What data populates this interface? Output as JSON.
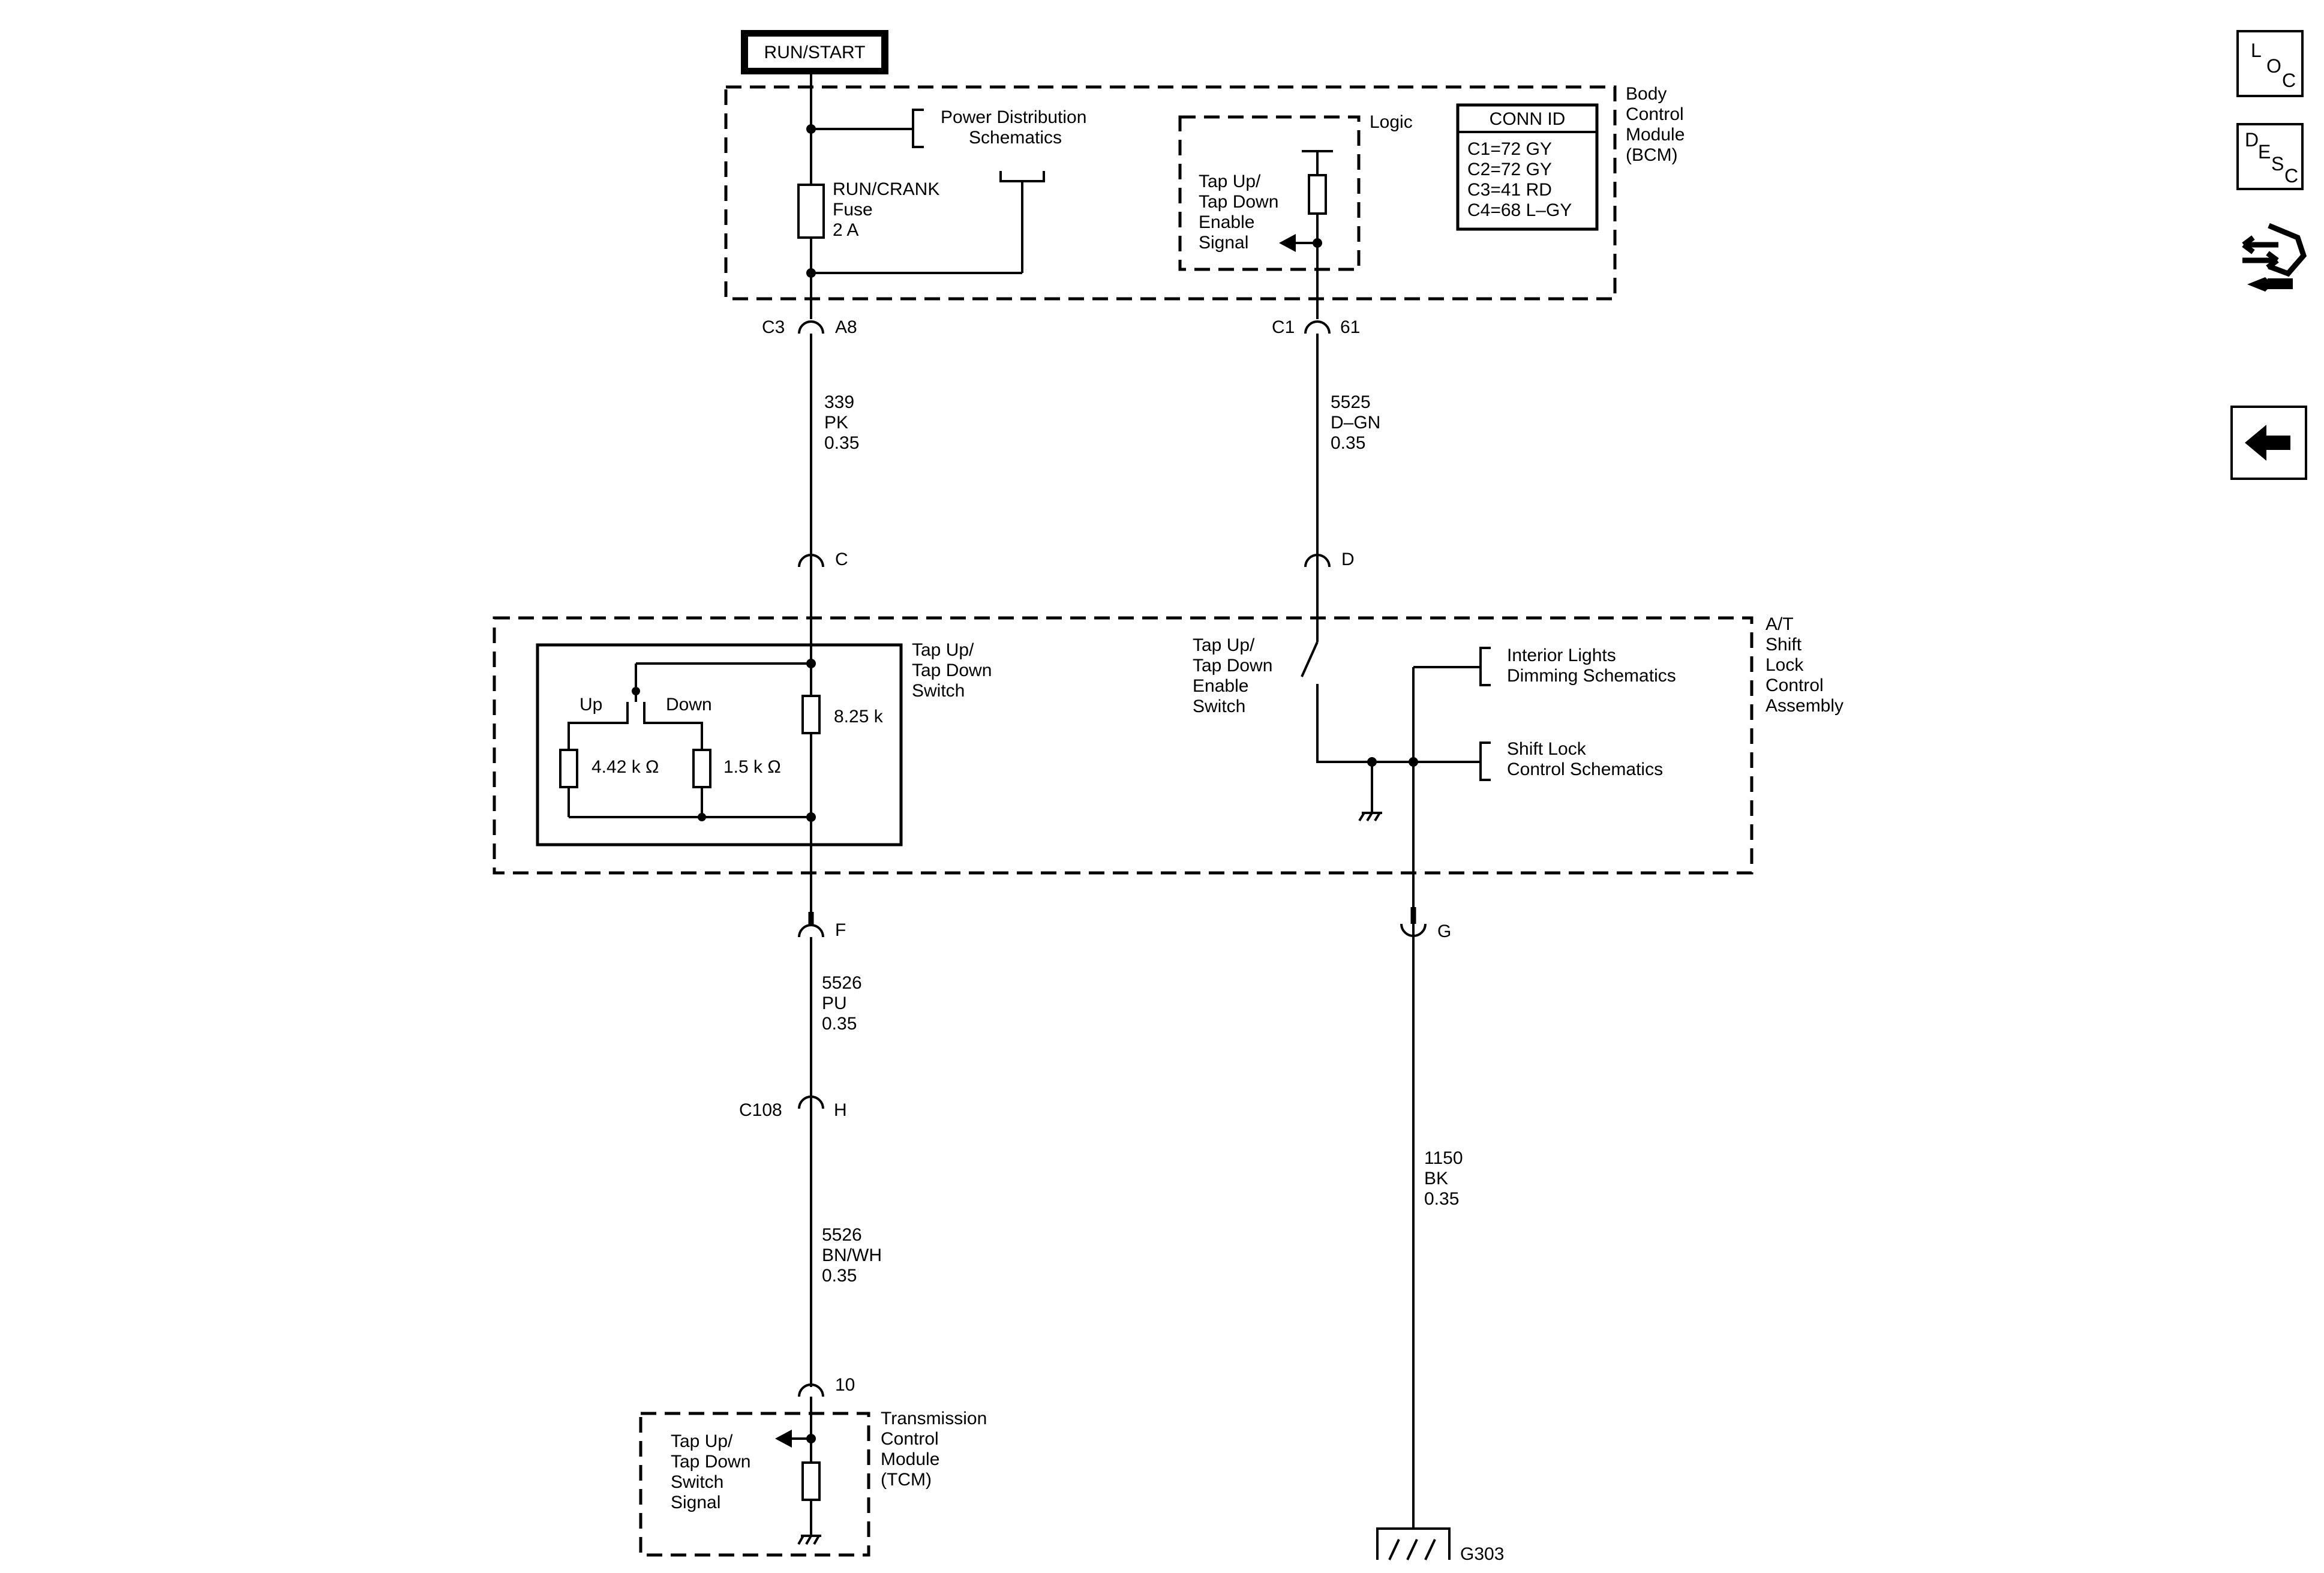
{
  "power_source": "RUN/START",
  "bcm": {
    "name_lines": [
      "Body",
      "Control",
      "Module",
      "(BCM)"
    ],
    "power_distribution": [
      "Power Distribution",
      "Schematics"
    ],
    "fuse": [
      "RUN/CRANK",
      "Fuse",
      "2 A"
    ],
    "logic_label": "Logic",
    "signal": [
      "Tap Up/",
      "Tap Down",
      "Enable",
      "Signal"
    ],
    "conn_id_title": "CONN ID",
    "conn_ids": [
      "C1=72 GY",
      "C2=72 GY",
      "C3=41 RD",
      "C4=68 L–GY"
    ]
  },
  "connectors": {
    "c3": "C3",
    "a8": "A8",
    "c1": "C1",
    "p61": "61",
    "c": "C",
    "d": "D",
    "f": "F",
    "g": "G",
    "c108": "C108",
    "h": "H",
    "p10": "10"
  },
  "wires": {
    "w339": [
      "339",
      "PK",
      "0.35"
    ],
    "w5525": [
      "5525",
      "D–GN",
      "0.35"
    ],
    "w5526pu": [
      "5526",
      "PU",
      "0.35"
    ],
    "w5526bn": [
      "5526",
      "BN/WH",
      "0.35"
    ],
    "w1150": [
      "1150",
      "BK",
      "0.35"
    ]
  },
  "shift_lock": {
    "name_lines": [
      "A/T",
      "Shift",
      "Lock",
      "Control",
      "Assembly"
    ],
    "switch_name": [
      "Tap Up/",
      "Tap Down",
      "Switch"
    ],
    "up": "Up",
    "down": "Down",
    "r1": "4.42 k Ω",
    "r2": "1.5 k Ω",
    "r3": "8.25 k",
    "enable_switch": [
      "Tap Up/",
      "Tap Down",
      "Enable",
      "Switch"
    ],
    "interior_lights": [
      "Interior Lights",
      "Dimming Schematics"
    ],
    "shift_lock_schem": [
      "Shift Lock",
      "Control Schematics"
    ]
  },
  "tcm": {
    "name_lines": [
      "Transmission",
      "Control",
      "Module",
      "(TCM)"
    ],
    "signal": [
      "Tap Up/",
      "Tap Down",
      "Switch",
      "Signal"
    ]
  },
  "ground": "G303",
  "nav": {
    "loc": [
      "L",
      "O",
      "C"
    ],
    "desc": [
      "D",
      "E",
      "S",
      "C"
    ],
    "icons": [
      "connector-swap-icon",
      "back-arrow-icon"
    ]
  }
}
